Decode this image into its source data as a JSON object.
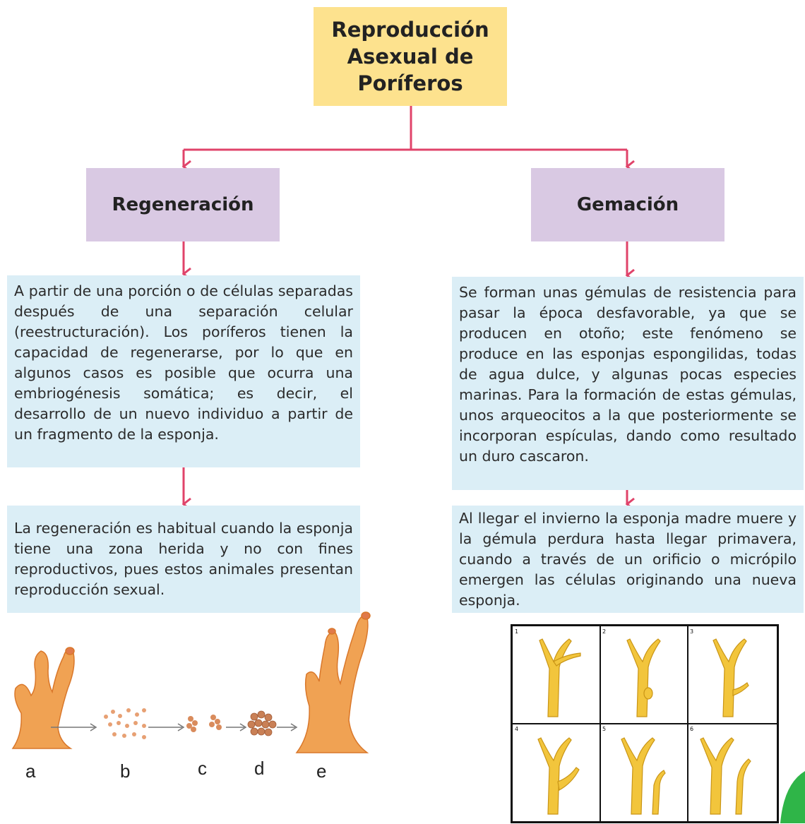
{
  "title": {
    "line1": "Reproducción",
    "line2": "Asexual de",
    "line3": "Poríferos"
  },
  "branches": {
    "left": "Regeneración",
    "right": "Gemación"
  },
  "regeneracion": {
    "text1": "A partir de una porción o de células separadas después de una separación celular (reestructuración). Los poríferos tienen la capacidad de regenerarse, por lo que en algunos casos es posible que ocurra una embriogénesis somática; es decir, el desarrollo de un nuevo individuo a partir de un fragmento de la esponja.",
    "text2": "La regeneración es habitual cuando la esponja tiene una zona herida y no con fines reproductivos, pues estos animales presentan reproducción sexual."
  },
  "gemacion": {
    "text1": "Se forman unas gémulas de resistencia para pasar la época desfavorable, ya que se producen en otoño; este fenómeno se produce en las esponjas espongilidas, todas de agua dulce, y algunas pocas especies marinas. Para la formación de estas gémulas, unos arqueocitos a la que posteriormente se incorporan espículas, dando como resultado un duro cascaron.",
    "text2": "Al llegar el invierno la esponja madre muere y la gémula perdura hasta llegar primavera, cuando a través de un orificio o micrópilo emergen las células originando una nueva esponja."
  },
  "regeneration_figure": {
    "labels": [
      "a",
      "b",
      "c",
      "d",
      "e"
    ]
  },
  "budding_figure": {
    "panel_numbers": [
      "1",
      "2",
      "3",
      "4",
      "5",
      "6"
    ]
  },
  "colors": {
    "title_bg": "#fde28e",
    "branch_bg": "#d9c9e3",
    "text_bg": "#dbeef6",
    "connector": "#e0436a",
    "sponge": "#f0a253",
    "hydra": "#f2c53c"
  }
}
